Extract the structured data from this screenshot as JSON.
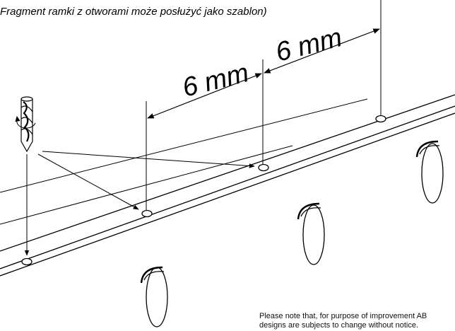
{
  "caption": "Fragment ramki z otworami może posłużyć jako szablon)",
  "dimensions": {
    "left_label": "6 mm",
    "right_label": "6 mm"
  },
  "note": {
    "line1": "Please note that, for purpose of improvement AB",
    "line2": "designs are subjects to change without notice."
  },
  "colors": {
    "ink": "#000000",
    "background": "#ffffff"
  },
  "icons": {
    "drill": "drill-bit-icon",
    "rotation": "rotation-arrow-icon"
  }
}
